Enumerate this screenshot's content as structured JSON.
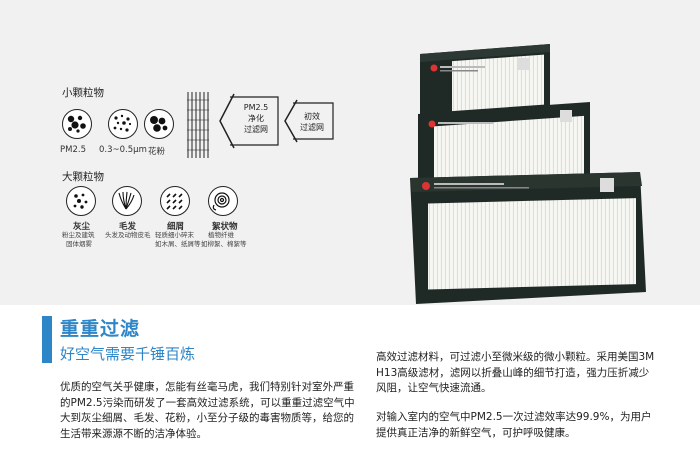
{
  "heading": {
    "title": "重重过滤",
    "subtitle": "好空气需要千锤百炼"
  },
  "paragraphs": {
    "left": "优质的空气关乎健康，怎能有丝毫马虎，我们特别针对室外严重的PM2.5污染而研发了一套高效过滤系统，可以重重过滤空气中大到灰尘细屑、毛发、花粉，小至分子级的毒害物质等，给您的生活带来源源不断的洁净体验。",
    "right_1": "高效过滤材料，可过滤小至微米级的微小颗粒。采用美国3M H13高级滤材，滤网以折叠山峰的细节打造，强力压折减少风阻，让空气快速流通。",
    "right_2": "对输入室内的空气中PM2.5一次过滤效率达99.9%，为用户提供真正洁净的新鲜空气，可护呼吸健康。"
  },
  "diagram": {
    "small_particles": {
      "label": "小颗粒物",
      "items": [
        {
          "label": "PM2.5",
          "icon": "pm25-dots-icon"
        },
        {
          "label": "0.3~0.5μm",
          "icon": "micro-dots-icon"
        },
        {
          "label": "花粉",
          "icon": "pollen-icon"
        }
      ]
    },
    "large_particles": {
      "label": "大颗粒物",
      "items": [
        {
          "label": "灰尘",
          "desc_1": "粉尘及建筑",
          "desc_2": "固体烟雾",
          "icon": "dust-icon"
        },
        {
          "label": "毛发",
          "desc_1": "头发及动物皮毛",
          "desc_2": "",
          "icon": "hair-icon"
        },
        {
          "label": "细屑",
          "desc_1": "轻质细小碎末",
          "desc_2": "如木屑、纸屑等",
          "icon": "debris-icon"
        },
        {
          "label": "絮状物",
          "desc_1": "植物纤维",
          "desc_2": "如柳絮、棉絮等",
          "icon": "fluff-icon"
        }
      ]
    },
    "stage_pm25": {
      "line_1": "PM2.5",
      "line_2": "净化",
      "line_3": "过滤网"
    },
    "stage_primary": {
      "line_1": "初效",
      "line_2": "过滤网"
    }
  },
  "colors": {
    "accent": "#2e86c8",
    "band": "#f1f1f2",
    "frame": "#1f2a26",
    "media": "#f4f4f2"
  }
}
